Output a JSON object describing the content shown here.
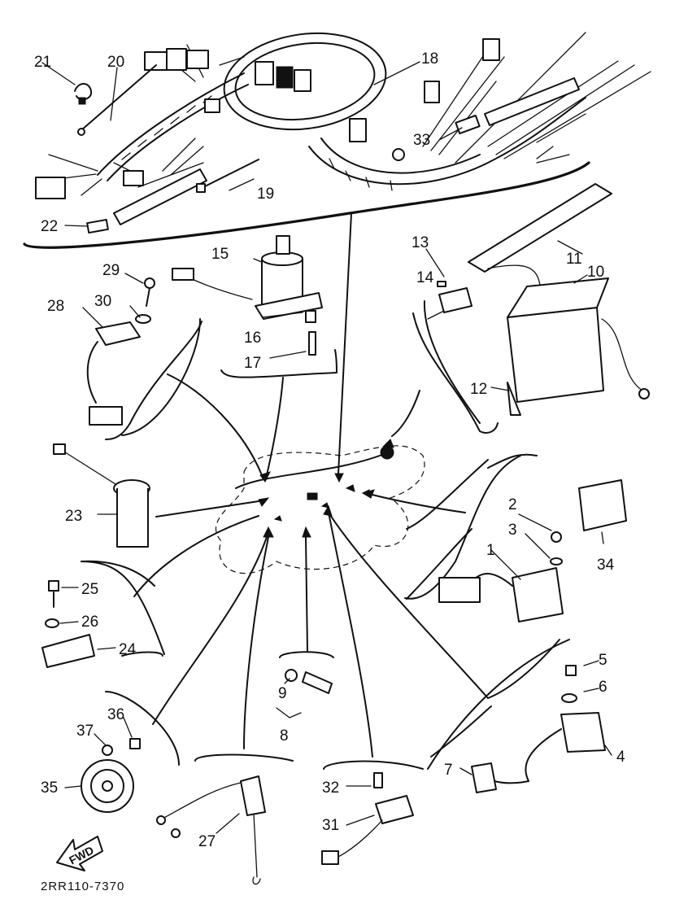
{
  "diagram": {
    "drawing_code": "2RR110-7370",
    "fwd_label": "FWD"
  },
  "parts": [
    {
      "id": "p1",
      "callout": "1"
    },
    {
      "id": "p2",
      "callout": "2"
    },
    {
      "id": "p3",
      "callout": "3"
    },
    {
      "id": "p4",
      "callout": "4"
    },
    {
      "id": "p5",
      "callout": "5"
    },
    {
      "id": "p6",
      "callout": "6"
    },
    {
      "id": "p7",
      "callout": "7"
    },
    {
      "id": "p8",
      "callout": "8"
    },
    {
      "id": "p9",
      "callout": "9"
    },
    {
      "id": "p10",
      "callout": "10"
    },
    {
      "id": "p11",
      "callout": "11"
    },
    {
      "id": "p12",
      "callout": "12"
    },
    {
      "id": "p13",
      "callout": "13"
    },
    {
      "id": "p14",
      "callout": "14"
    },
    {
      "id": "p15",
      "callout": "15"
    },
    {
      "id": "p16",
      "callout": "16"
    },
    {
      "id": "p17",
      "callout": "17"
    },
    {
      "id": "p18",
      "callout": "18"
    },
    {
      "id": "p19",
      "callout": "19"
    },
    {
      "id": "p20",
      "callout": "20"
    },
    {
      "id": "p21",
      "callout": "21"
    },
    {
      "id": "p22",
      "callout": "22"
    },
    {
      "id": "p23",
      "callout": "23"
    },
    {
      "id": "p24",
      "callout": "24"
    },
    {
      "id": "p25",
      "callout": "25"
    },
    {
      "id": "p26",
      "callout": "26"
    },
    {
      "id": "p27",
      "callout": "27"
    },
    {
      "id": "p28",
      "callout": "28"
    },
    {
      "id": "p29",
      "callout": "29"
    },
    {
      "id": "p30",
      "callout": "30"
    },
    {
      "id": "p31",
      "callout": "31"
    },
    {
      "id": "p32",
      "callout": "32"
    },
    {
      "id": "p33",
      "callout": "33"
    },
    {
      "id": "p34",
      "callout": "34"
    },
    {
      "id": "p35",
      "callout": "35"
    },
    {
      "id": "p36",
      "callout": "36"
    },
    {
      "id": "p37",
      "callout": "37"
    }
  ]
}
